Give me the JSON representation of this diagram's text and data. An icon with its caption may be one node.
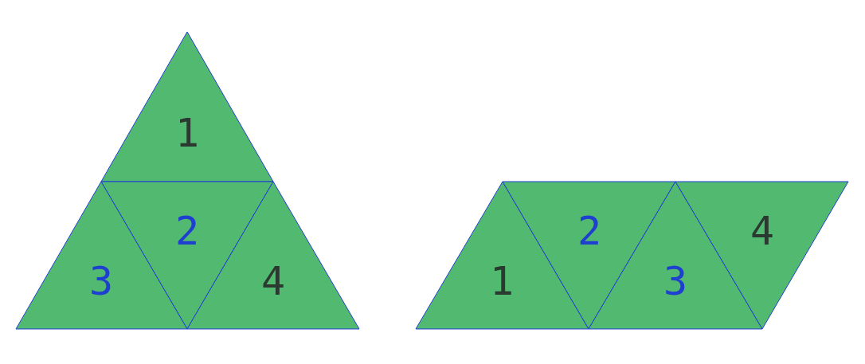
{
  "diagram": {
    "nodes": [
      {
        "text": [
          "1"
        ]
      },
      {
        "text": [
          "2"
        ]
      },
      {
        "text": [
          "3"
        ]
      },
      {
        "text": [
          "4"
        ]
      },
      {
        "text": [
          "1"
        ]
      },
      {
        "text": [
          "2"
        ]
      },
      {
        "text": [
          "3"
        ]
      },
      {
        "text": [
          "4"
        ]
      }
    ]
  }
}
